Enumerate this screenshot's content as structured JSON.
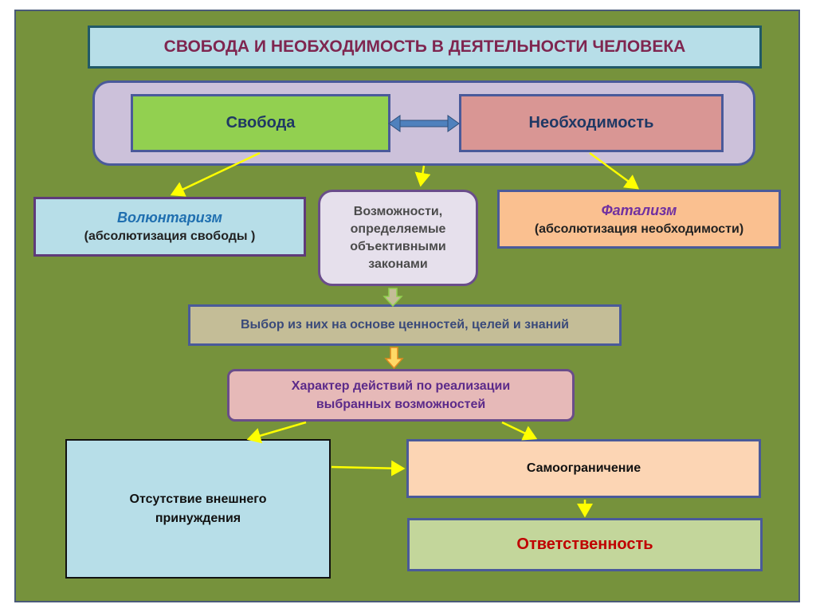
{
  "title": "СВОБОДА И НЕОБХОДИМОСТЬ В ДЕЯТЕЛЬНОСТИ ЧЕЛОВЕКА",
  "svoboda": "Свобода",
  "neobhodimost": "Необходимость",
  "voluntarism": {
    "head": "Волюнтаризм",
    "text": "(абсолютизация свободы )"
  },
  "vozmozhnosti": {
    "line1": "Возможности,",
    "line2": "определяемые",
    "line3": "объективными",
    "line4": "законами"
  },
  "fatalism": {
    "head": "Фатализм",
    "text": "(абсолютизация необходимости)"
  },
  "vybor": "Выбор из них на основе ценностей, целей и знаний",
  "harakter": {
    "line1": "Характер действий по реализации",
    "line2": "выбранных возможностей"
  },
  "otsutstvie": {
    "line1": "Отсутствие внешнего",
    "line2": "принуждения"
  },
  "samoogranichenie": "Самоограничение",
  "otvetstvennost": "Ответственность",
  "colors": {
    "background": "#76923c",
    "arrow": "#ffff00",
    "double_arrow": "#4f81bd"
  }
}
